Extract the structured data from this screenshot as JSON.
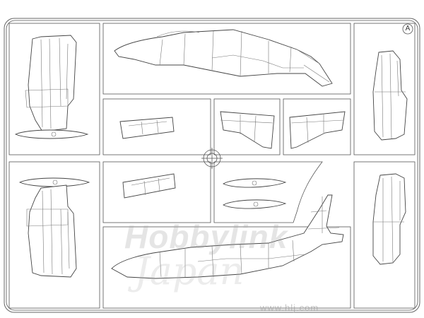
{
  "sprue": {
    "letter": "A"
  },
  "watermark": {
    "brand": "Hobbylink",
    "script": "Japan",
    "url": "www.hlj.com"
  }
}
